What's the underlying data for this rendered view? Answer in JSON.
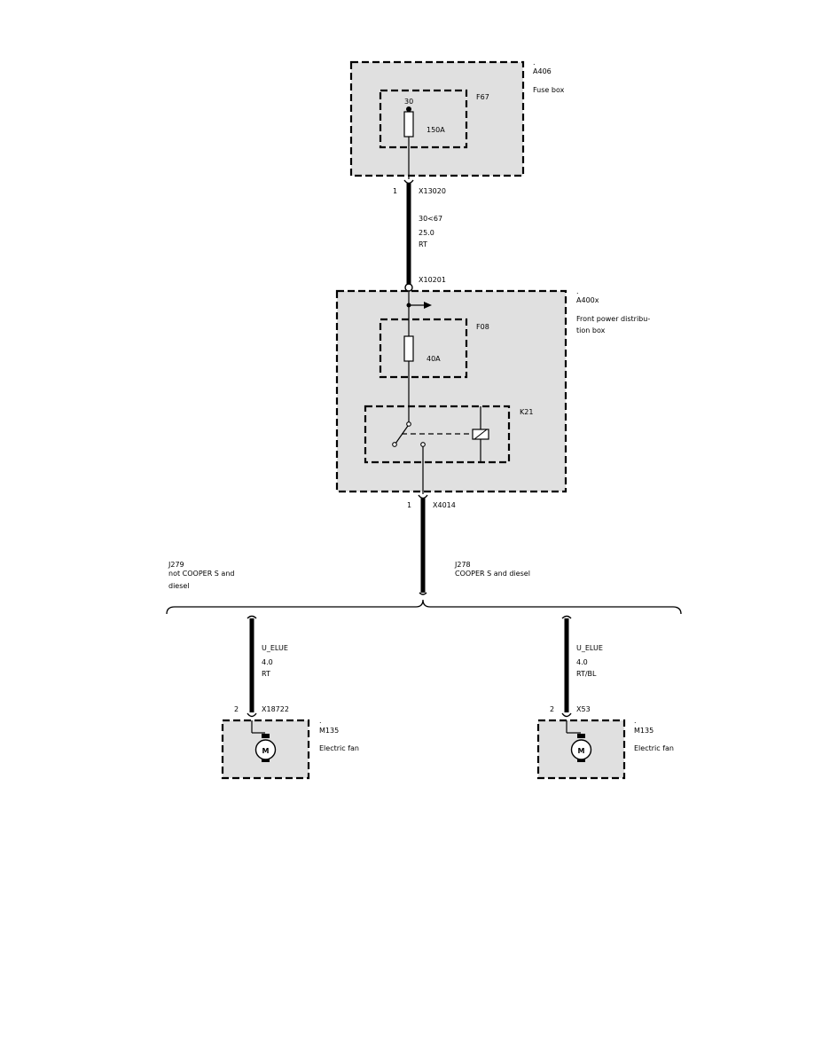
{
  "fuse_box": {
    "dot": ".",
    "id": "A406",
    "name": "Fuse box"
  },
  "fuse_f67": {
    "id": "F67",
    "terminal": "30",
    "rating": "150A"
  },
  "connector_top": {
    "pin": "1",
    "id": "X13020"
  },
  "main_wire": {
    "signal": "30<67",
    "gauge": "25.0",
    "color": "RT"
  },
  "connector_mid": {
    "id": "X10201"
  },
  "front_box": {
    "dot": ".",
    "id": "A400x",
    "name_line1": "Front power distribu-",
    "name_line2": "tion box"
  },
  "fuse_f08": {
    "id": "F08",
    "rating": "40A"
  },
  "relay": {
    "id": "K21"
  },
  "connector_out": {
    "pin": "1",
    "id": "X4014"
  },
  "branch_left": {
    "id": "J279",
    "line1": "not COOPER S and",
    "line2": "diesel"
  },
  "branch_right": {
    "id": "J278",
    "line1": "COOPER S and diesel"
  },
  "left_wire": {
    "signal": "U_ELUE",
    "gauge": "4.0",
    "color": "RT"
  },
  "right_wire": {
    "signal": "U_ELUE",
    "gauge": "4.0",
    "color": "RT/BL"
  },
  "left_connector": {
    "pin": "2",
    "id": "X18722"
  },
  "right_connector": {
    "pin": "2",
    "id": "X53"
  },
  "left_fan": {
    "dot": ".",
    "id": "M135",
    "name": "Electric fan",
    "symbol": "M"
  },
  "right_fan": {
    "dot": ".",
    "id": "M135",
    "name": "Electric fan",
    "symbol": "M"
  }
}
